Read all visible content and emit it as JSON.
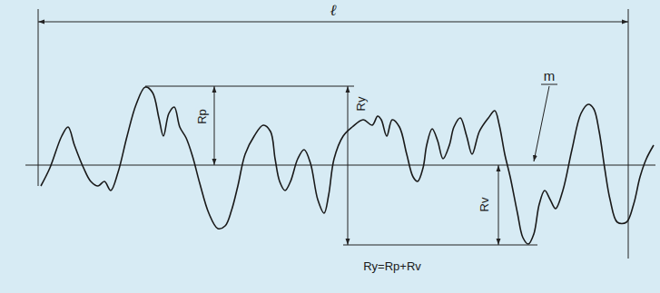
{
  "diagram": {
    "labels": [
      "ℓ",
      "m",
      "Rp",
      "Ry",
      "Rv",
      "Ry=Rp+Rv"
    ]
  }
}
